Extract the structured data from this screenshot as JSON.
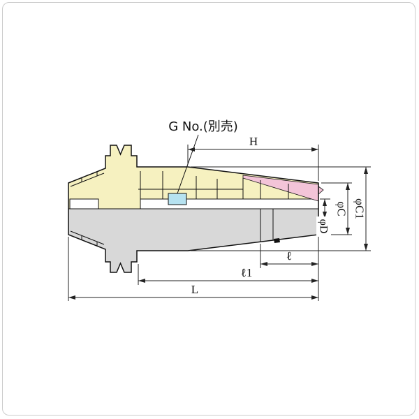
{
  "figure": {
    "callout_label": "G No.(別売)",
    "dimension_labels": {
      "h": "H",
      "phi_c": "φC",
      "phi_c1": "φC1",
      "phi_d": "φD",
      "ell": "ℓ",
      "ell_1": "ℓ1",
      "length": "L"
    },
    "colors": {
      "background": "#ffffff",
      "frame_border": "#cccccc",
      "section_fill": "#f6f1c0",
      "body_fill": "#d8d8d8",
      "collet_fill": "#f3c4d8",
      "highlight_part_fill": "#b6e2f0",
      "outline": "#111111",
      "dimension_line": "#222222"
    }
  }
}
